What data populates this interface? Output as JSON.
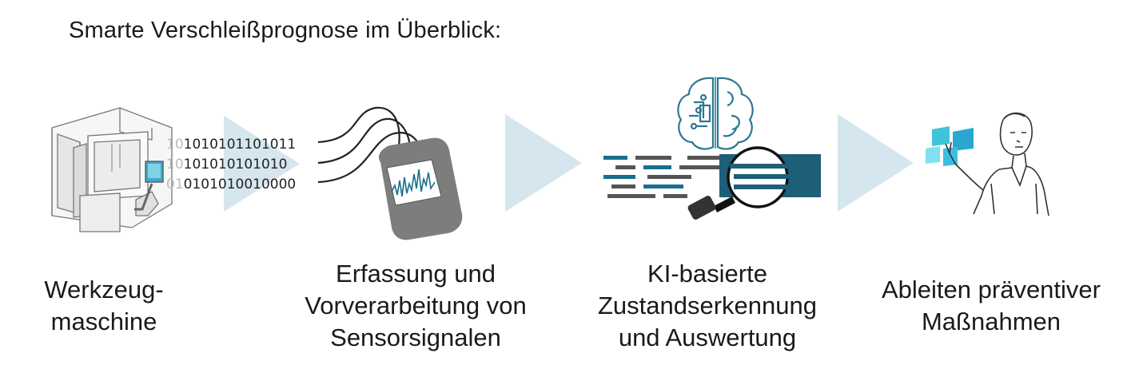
{
  "title": "Smarte Verschleißprognose im Überblick:",
  "stages": [
    {
      "lines": [
        "Werkzeug-",
        "maschine"
      ]
    },
    {
      "lines": [
        "Erfassung und",
        "Vorverarbeitung von",
        "Sensorsignalen"
      ]
    },
    {
      "lines": [
        "KI-basierte",
        "Zustandserkennung",
        "und Auswertung"
      ]
    },
    {
      "lines": [
        "Ableiten präventiver",
        "Maßnahmen"
      ]
    }
  ],
  "binary": {
    "faded": [
      "10",
      "10",
      "01"
    ],
    "solid": [
      "1010101101011",
      "101010101010",
      "0101010010000"
    ]
  },
  "colors": {
    "arrow": "#d6e6ee",
    "accent": "#1a6e8e",
    "dark_gray": "#5a5a5a",
    "device_gray": "#7d7d7d",
    "panel_blue": "#1e5f78"
  }
}
